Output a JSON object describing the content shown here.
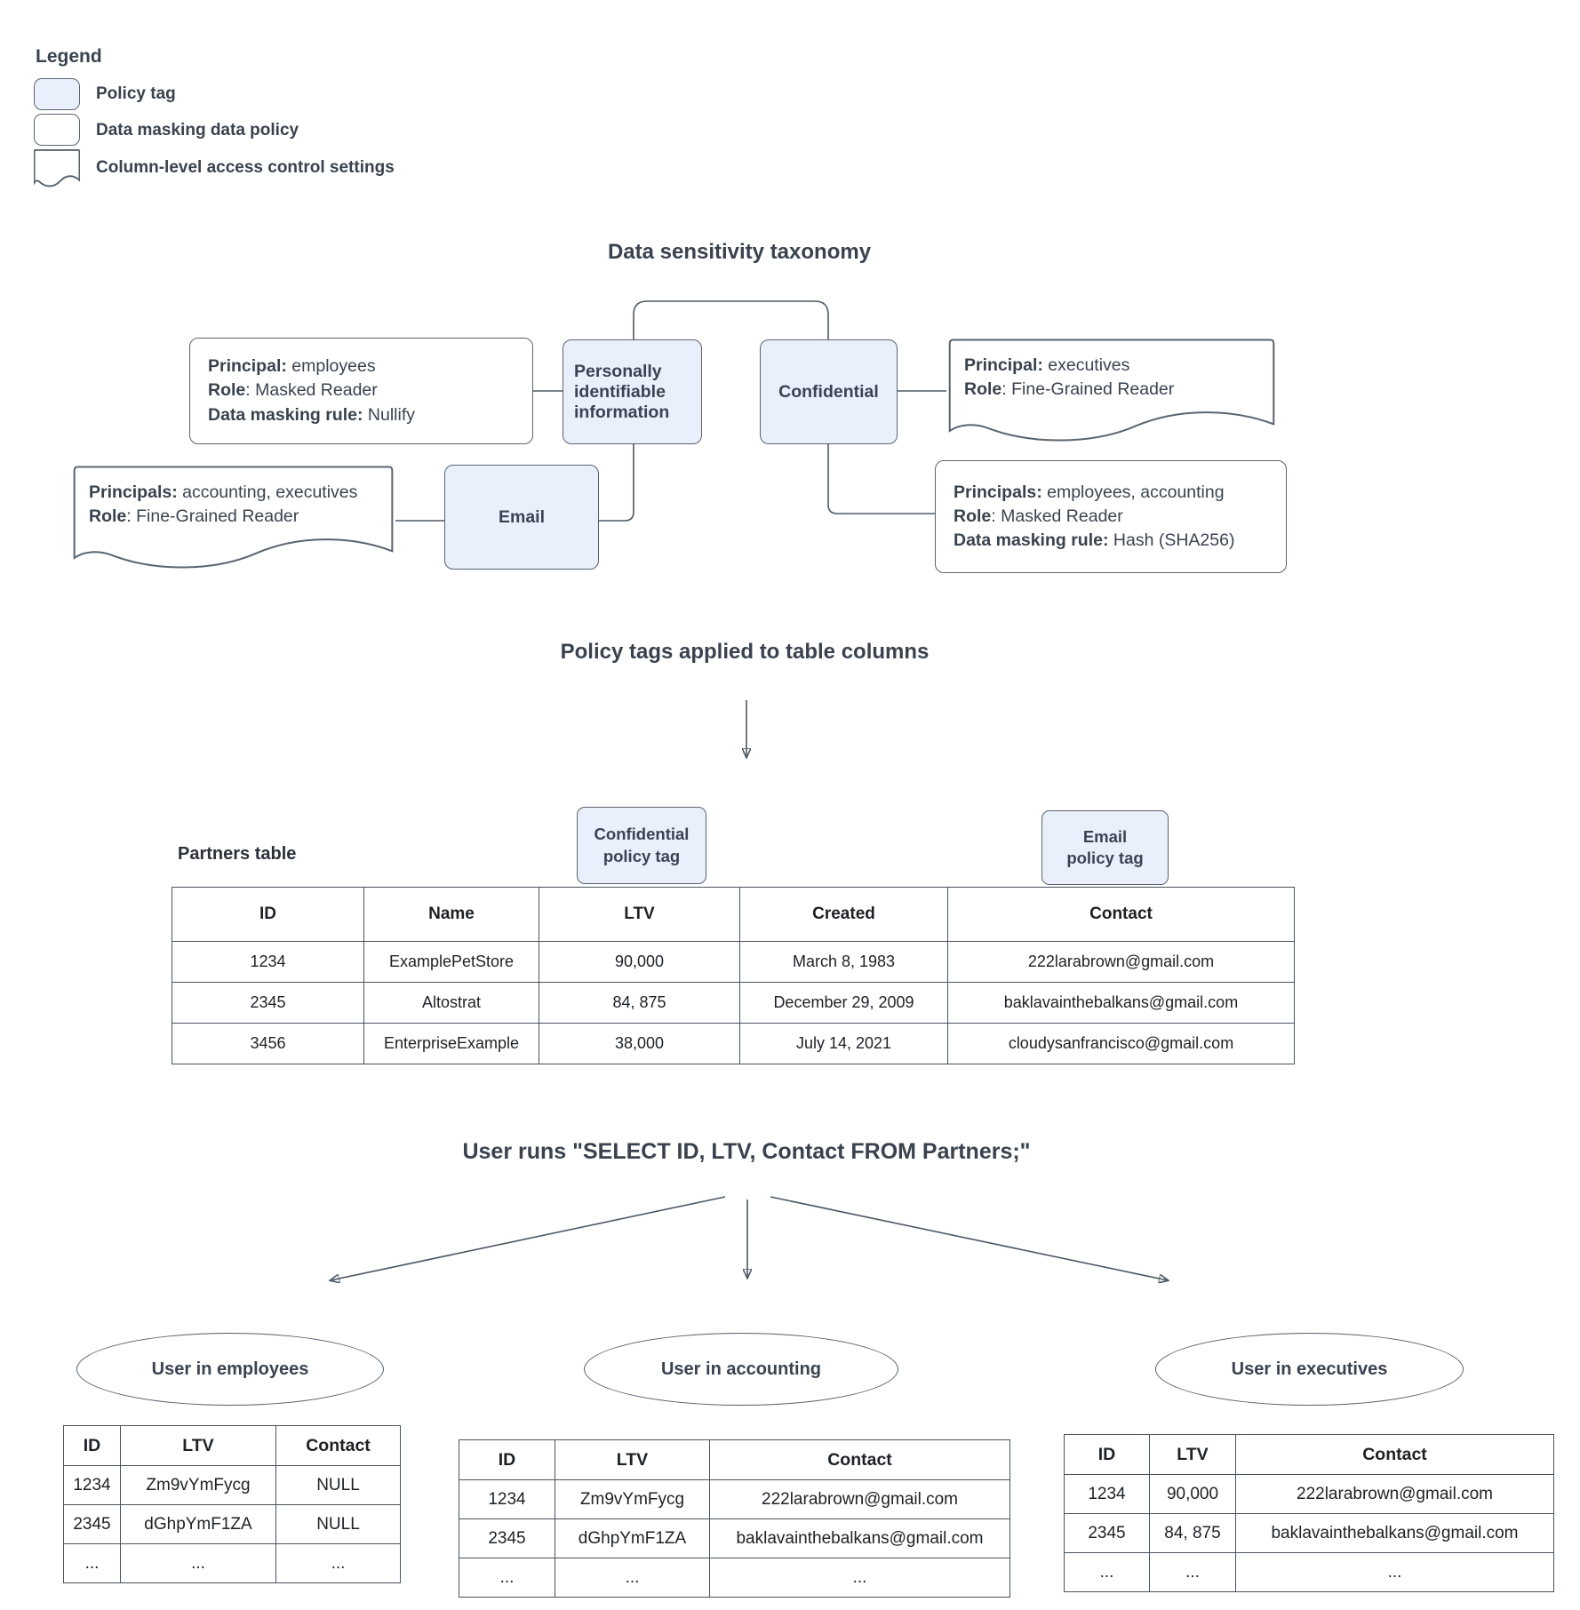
{
  "colors": {
    "policy_tag_fill": "#e9f0fb",
    "shape_border": "#5a646f",
    "connector": "#4d5864",
    "text": "#3a4350"
  },
  "legend": {
    "title": "Legend",
    "items": [
      {
        "label": "Policy tag",
        "swatch": "policy-tag-swatch"
      },
      {
        "label": "Data masking data policy",
        "swatch": "data-masking-policy-swatch"
      },
      {
        "label": "Column-level access control settings",
        "swatch": "column-access-document-swatch"
      }
    ]
  },
  "taxonomy": {
    "title": "Data sensitivity taxonomy",
    "pii_tag": "Personally identifiable information",
    "confidential_tag": "Confidential",
    "email_tag": "Email",
    "employees_policy": {
      "lines": [
        {
          "b": "Principal:",
          "t": " employees"
        },
        {
          "b": "Role",
          "t": ": Masked Reader"
        },
        {
          "b": "Data masking rule:",
          "t": " Nullify"
        }
      ]
    },
    "executives_access": {
      "lines": [
        {
          "b": "Principal:",
          "t": " executives"
        },
        {
          "b": "Role",
          "t": ": Fine-Grained Reader"
        }
      ]
    },
    "accounting_access": {
      "lines": [
        {
          "b": "Principals:",
          "t": " accounting, executives"
        },
        {
          "b": "Role",
          "t": ": Fine-Grained Reader"
        }
      ]
    },
    "confidential_policy": {
      "lines": [
        {
          "b": "Principals:",
          "t": " employees, accounting"
        },
        {
          "b": "Role",
          "t": ": Masked Reader"
        },
        {
          "b": "Data masking rule:",
          "t": " Hash (SHA256)"
        }
      ]
    }
  },
  "applied": {
    "title": "Policy tags applied to table columns",
    "table_label": "Partners table",
    "confidential_chip": {
      "line1": "Confidential",
      "line2": "policy tag"
    },
    "email_chip": {
      "line1": "Email",
      "line2": "policy tag"
    }
  },
  "partners_table": {
    "headers": [
      "ID",
      "Name",
      "LTV",
      "Created",
      "Contact"
    ],
    "rows": [
      [
        "1234",
        "ExamplePetStore",
        "90,000",
        "March 8, 1983",
        "222larabrown@gmail.com"
      ],
      [
        "2345",
        "Altostrat",
        "84, 875",
        "December 29, 2009",
        "baklavainthebalkans@gmail.com"
      ],
      [
        "3456",
        "EnterpriseExample",
        "38,000",
        "July 14, 2021",
        "cloudysanfrancisco@gmail.com"
      ]
    ]
  },
  "query": {
    "title": "User runs \"SELECT ID, LTV, Contact FROM Partners;\"",
    "employees": {
      "user": "User in employees",
      "table": {
        "headers": [
          "ID",
          "LTV",
          "Contact"
        ],
        "rows": [
          [
            "1234",
            "Zm9vYmFycg",
            "NULL"
          ],
          [
            "2345",
            "dGhpYmF1ZA",
            "NULL"
          ],
          [
            "...",
            "...",
            "..."
          ]
        ]
      }
    },
    "accounting": {
      "user": "User in accounting",
      "table": {
        "headers": [
          "ID",
          "LTV",
          "Contact"
        ],
        "rows": [
          [
            "1234",
            "Zm9vYmFycg",
            "222larabrown@gmail.com"
          ],
          [
            "2345",
            "dGhpYmF1ZA",
            "baklavainthebalkans@gmail.com"
          ],
          [
            "...",
            "...",
            "..."
          ]
        ]
      }
    },
    "executives": {
      "user": "User in executives",
      "table": {
        "headers": [
          "ID",
          "LTV",
          "Contact"
        ],
        "rows": [
          [
            "1234",
            "90,000",
            "222larabrown@gmail.com"
          ],
          [
            "2345",
            "84, 875",
            "baklavainthebalkans@gmail.com"
          ],
          [
            "...",
            "...",
            "..."
          ]
        ]
      }
    }
  }
}
